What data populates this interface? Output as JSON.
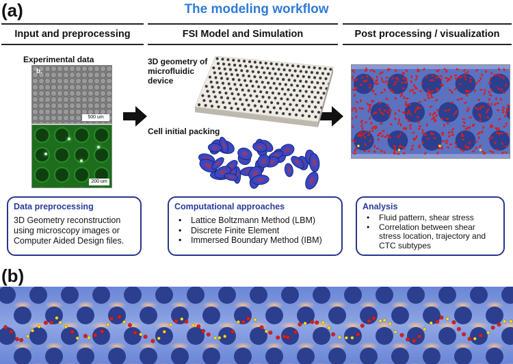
{
  "panel_labels": {
    "a": "(a)",
    "b": "(b)"
  },
  "title": "The modeling workflow",
  "stages": [
    {
      "label": "Input and preprocessing"
    },
    {
      "label": "FSI Model and Simulation"
    },
    {
      "label": "Post processing / visualization"
    }
  ],
  "captions": {
    "experimental": "Experimental data",
    "geometry": "3D geometry of microfluidic device",
    "packing": "Cell initial packing"
  },
  "micrographs": {
    "gray_tag": "b.",
    "gray_scale": "500 um",
    "green_scale": "200 um"
  },
  "boxes": {
    "data": {
      "title": "Data preprocessing",
      "text": "3D Geometry reconstruction using microscopy images or Computer Aided Design files."
    },
    "comp": {
      "title": "Computational approaches",
      "items": [
        "Lattice Boltzmann Method (LBM)",
        "Discrete Finite Element",
        "Immersed Boundary Method (IBM)"
      ]
    },
    "analysis": {
      "title": "Analysis",
      "items": [
        "Fluid pattern, shear stress",
        "Correlation between shear stress location, trajectory and CTC subtypes"
      ]
    }
  },
  "colors": {
    "title_blue": "#2f7bd8",
    "box_border": "#26348c",
    "box_title": "#2a3a9a",
    "sim_background": "#4a6fc4",
    "pillar": "#2c3e8e",
    "red_cell": "#d81e1e",
    "ctc_yellow": "#f2e21a"
  }
}
